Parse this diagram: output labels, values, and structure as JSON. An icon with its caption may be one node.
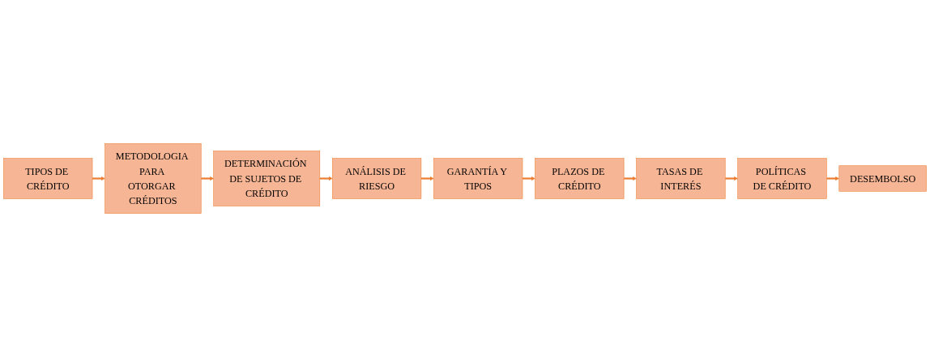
{
  "diagram": {
    "nodes": [
      {
        "text": [
          "TIPOS DE CRÉDITO"
        ]
      },
      {
        "text": [
          "METODOLOGIA PARA OTORGAR CRÉDITOS"
        ]
      },
      {
        "text": [
          "DETERMINACIÓN DE SUJETOS DE CRÉDITO"
        ]
      },
      {
        "text": [
          "ANÁLISIS DE RIESGO"
        ]
      },
      {
        "text": [
          "GARANTÍA Y TIPOS"
        ]
      },
      {
        "text": [
          "PLAZOS DE CRÉDITO"
        ]
      },
      {
        "text": [
          "TASAS DE INTERÉS"
        ]
      },
      {
        "text": [
          "POLÍTICAS DE CRÉDITO"
        ]
      },
      {
        "text": [
          "DESEMBOLSO"
        ]
      }
    ],
    "edges": [
      {
        "from": 0,
        "to": 1,
        "arrow": "to"
      },
      {
        "from": 1,
        "to": 2,
        "arrow": "to"
      },
      {
        "from": 2,
        "to": 3,
        "arrow": "to"
      },
      {
        "from": 3,
        "to": 4,
        "arrow": "to"
      },
      {
        "from": 4,
        "to": 5,
        "arrow": "to"
      },
      {
        "from": 5,
        "to": 6,
        "arrow": "to"
      },
      {
        "from": 6,
        "to": 7,
        "arrow": "to"
      },
      {
        "from": 7,
        "to": 8,
        "arrow": "to"
      }
    ]
  }
}
